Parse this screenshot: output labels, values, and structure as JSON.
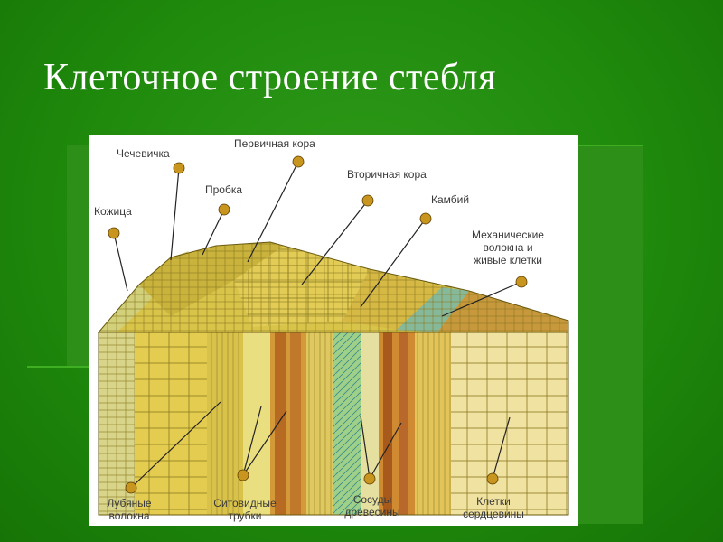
{
  "slide": {
    "title": "Клеточное строение стебля"
  },
  "labels": {
    "chechevichka": "Чечевичка",
    "pervichnaya_kora": "Первичная кора",
    "probka": "Пробка",
    "vtorichnaya_kora": "Вторичная кора",
    "kozhitsa": "Кожица",
    "kambiy": "Камбий",
    "mekh_line1": "Механические",
    "mekh_line2": "волокна и",
    "mekh_line3": "живые клетки",
    "lubyanye_line1": "Лубяные",
    "lubyanye_line2": "волокна",
    "sitovidnye_line1": "Ситовидные",
    "sitovidnye_line2": "трубки",
    "sosudy_line1": "Сосуды",
    "sosudy_line2": "древесины",
    "kletki_line1": "Клетки",
    "kletki_line2": "сердцевины"
  },
  "colors": {
    "background": "#1f8a0c",
    "title": "#ffffff",
    "pin_head": "#c8961e",
    "leader_line": "#222222"
  }
}
